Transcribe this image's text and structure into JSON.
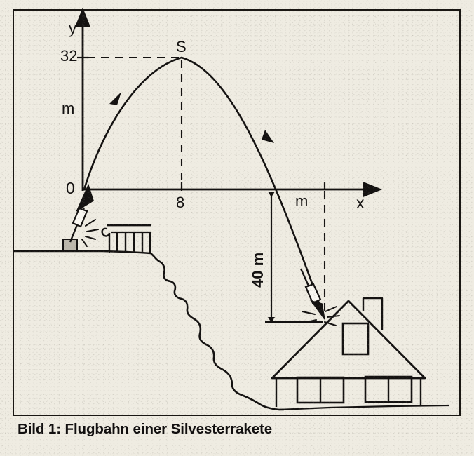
{
  "caption": {
    "text": "Bild 1: Flugbahn einer Silvesterrakete"
  },
  "axes": {
    "y_axis_label": "y",
    "x_axis_label": "x",
    "y_unit_label": "m",
    "x_unit_label": "m",
    "origin_label": "0",
    "y_tick_label": "32",
    "x_tick_label": "8",
    "vertex_label": "S"
  },
  "annotations": {
    "drop_height_label": "40 m"
  },
  "colors": {
    "ink": "#141211",
    "paper": "#efece2",
    "frame": "#1a1713",
    "fill_white": "#faf8f2",
    "bottle_fill": "#bdb8ac"
  },
  "chart_data": {
    "type": "line",
    "title": "Flugbahn einer Silvesterrakete",
    "xlabel": "x",
    "ylabel": "y",
    "xunit": "m",
    "yunit": "m",
    "grid": false,
    "legend": null,
    "xlim": [
      0,
      22
    ],
    "ylim": [
      -40,
      40
    ],
    "x_ticks": [
      0,
      8
    ],
    "x_tick_labels": [
      "0",
      "8"
    ],
    "y_ticks": [
      0,
      32
    ],
    "y_tick_labels": [
      "0",
      "32"
    ],
    "annotations": [
      {
        "label": "S",
        "type": "vertex",
        "x": 8,
        "y": 32
      },
      {
        "label": "40 m",
        "type": "dimension",
        "from_y": 0,
        "to_y": -40
      },
      {
        "label": "0",
        "type": "origin",
        "x": 0,
        "y": 0
      }
    ],
    "series": [
      {
        "name": "Flugbahn",
        "comment": "Parabel mit Scheitel S(8|32), Start (0|0), Aufschlag bei y = -40 m",
        "x": [
          0,
          1,
          2,
          3,
          4,
          5,
          6,
          7,
          8,
          9,
          10,
          11,
          12,
          13,
          14,
          15,
          16,
          17,
          18,
          19
        ],
        "y": [
          0,
          7.5,
          14,
          19.5,
          24,
          27.5,
          30,
          31.5,
          32,
          31.5,
          30,
          27.5,
          24,
          19.5,
          14,
          7.5,
          0,
          -8.5,
          -18,
          -28.5
        ]
      }
    ]
  },
  "scene": {
    "launch_pad": "bottle-launcher-on-ledge",
    "railing": "balcony-railing",
    "terrain": "hillside-slope",
    "target": "house-with-gabled-roof",
    "impact": "rocket-hitting-roof"
  }
}
